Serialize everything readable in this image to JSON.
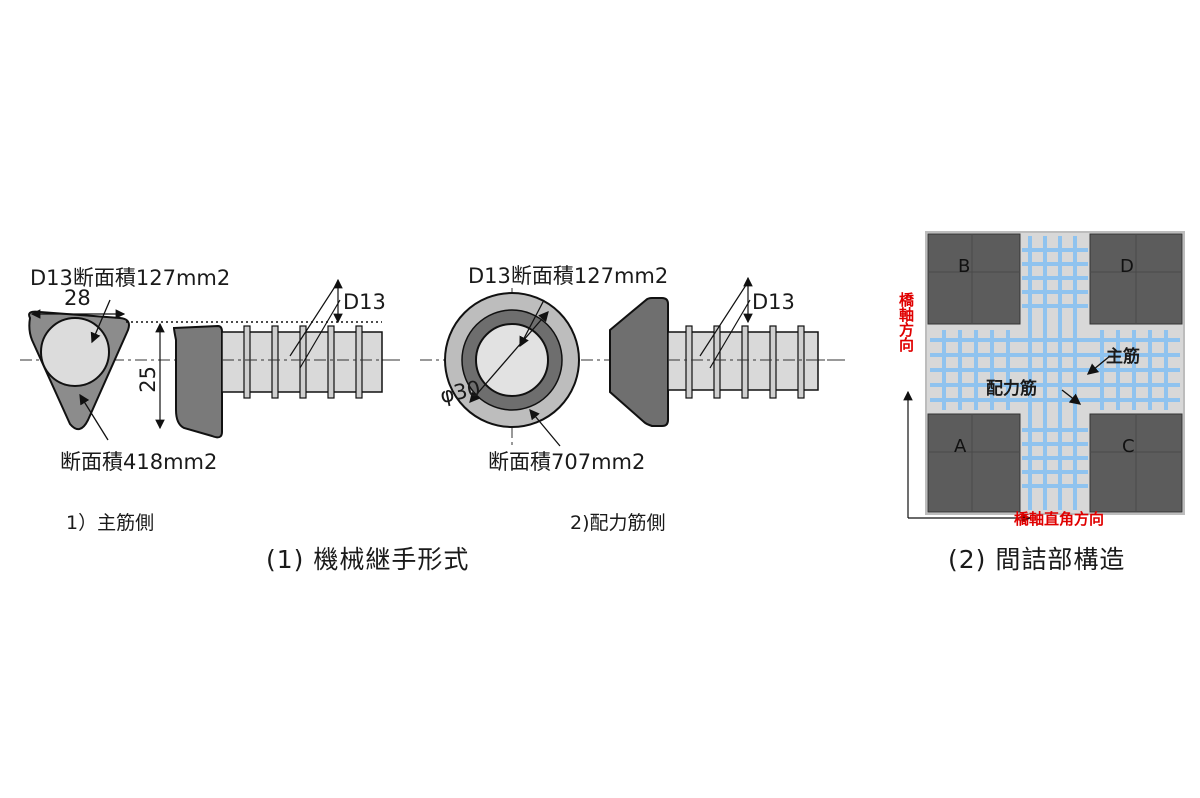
{
  "fig1": {
    "main_side": {
      "label_d13_area": "D13断面積127mm2",
      "dim_width": "28",
      "dim_height": "25",
      "label_area": "断面積418mm2",
      "label_bar": "D13",
      "subcaption": "1）主筋側"
    },
    "dist_side": {
      "label_d13_area": "D13断面積127mm2",
      "label_bar": "D13",
      "dim_diameter": "φ30",
      "label_area": "断面積707mm2",
      "subcaption": "2)配力筋側"
    },
    "caption": "(1)  機械継手形式"
  },
  "fig2": {
    "corner_b": "B",
    "corner_d": "D",
    "corner_a": "A",
    "corner_c": "C",
    "label_main_bar": "主筋",
    "label_dist_bar": "配力筋",
    "axis_bridge": "橋軸方向",
    "axis_transverse": "橋軸直角方向",
    "caption": "(2)  間詰部構造",
    "accent_color": "#e00000",
    "rebar_color": "#8fc3ef"
  }
}
